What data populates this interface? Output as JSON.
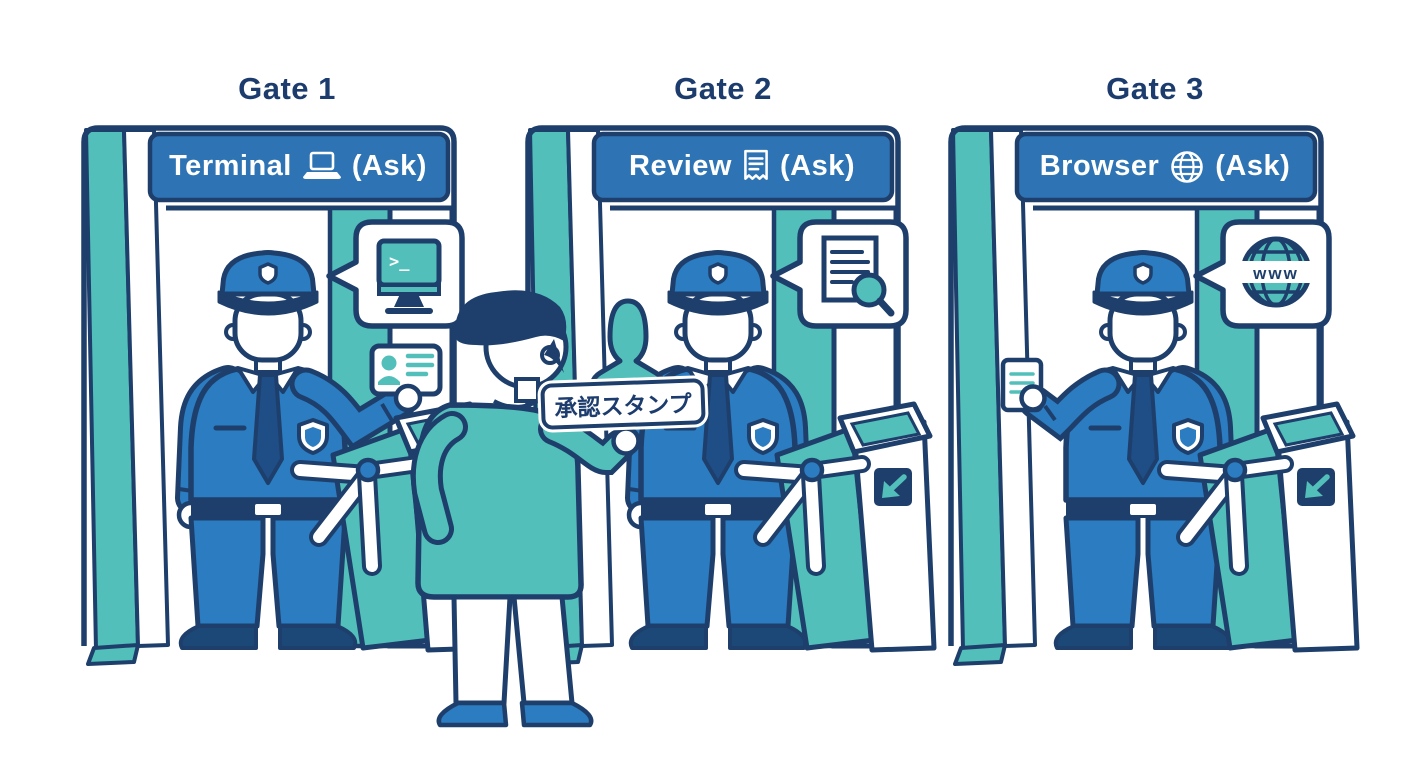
{
  "illustration": {
    "background_color": "#ffffff",
    "palette": {
      "teal": "#52bfba",
      "banner_blue": "#2e74b4",
      "uniform_blue": "#2b7cc0",
      "navy_outline": "#1e3f6b",
      "dark_navy": "#1c4878",
      "tie_navy": "#1f4d85",
      "title_navy": "#1d3c6e",
      "white": "#ffffff"
    },
    "gates": [
      {
        "title": "Gate 1",
        "banner": {
          "label": "Terminal",
          "icon": "laptop-icon",
          "suffix": "(Ask)"
        },
        "bubble": {
          "icon": "terminal-monitor-icon",
          "screen_text": ">_"
        }
      },
      {
        "title": "Gate 2",
        "banner": {
          "label": "Review",
          "icon": "receipt-icon",
          "suffix": "(Ask)"
        },
        "bubble": {
          "icon": "document-magnifier-icon"
        }
      },
      {
        "title": "Gate 3",
        "banner": {
          "label": "Browser",
          "icon": "globe-icon",
          "suffix": "(Ask)"
        },
        "bubble": {
          "icon": "www-globe-icon",
          "globe_text": "www"
        }
      }
    ],
    "visitor": {
      "stamp_label": "承認スタンプ"
    }
  }
}
